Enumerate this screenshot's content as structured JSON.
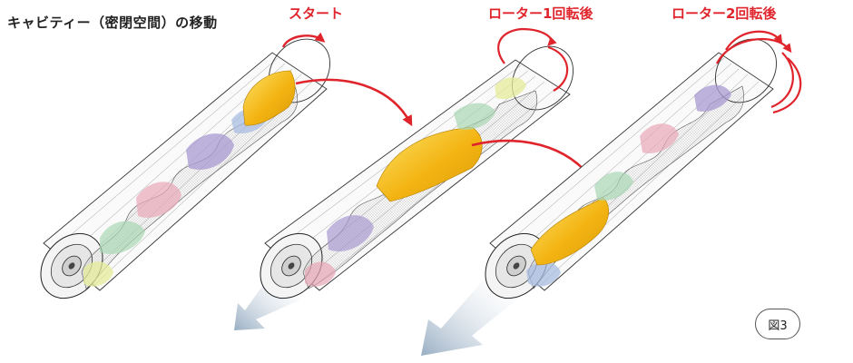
{
  "title": "キャビティー（密閉空間）の移動",
  "stages": [
    {
      "label": "スタート"
    },
    {
      "label": "ローター1回転後"
    },
    {
      "label": "ローター2回転後"
    }
  ],
  "figure_label": "図3",
  "colors": {
    "arrow_red": "#e0242c",
    "cavity_yellow": "#f2b60f",
    "flow_arrow": "#9eb3c6",
    "cavity_pink": "#e8a6b8",
    "cavity_purple": "#a89ad0",
    "cavity_green": "#a8d6b4",
    "cavity_blue": "#a8bde2",
    "cavity_lime": "#e6ec9a"
  }
}
